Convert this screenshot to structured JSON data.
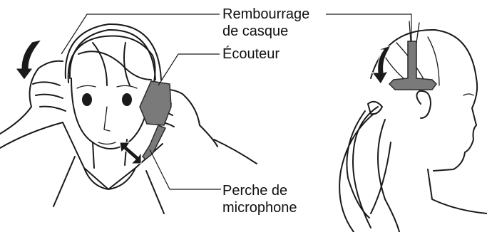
{
  "labels": {
    "headband_line1": "Rembourrage",
    "headband_line2": "de casque",
    "earpiece": "Écouteur",
    "mic_line1": "Perche de",
    "mic_line2": "microphone"
  },
  "colors": {
    "line": "#1a1a1a",
    "part_fill": "#7a7a7a",
    "background": "#ffffff"
  }
}
